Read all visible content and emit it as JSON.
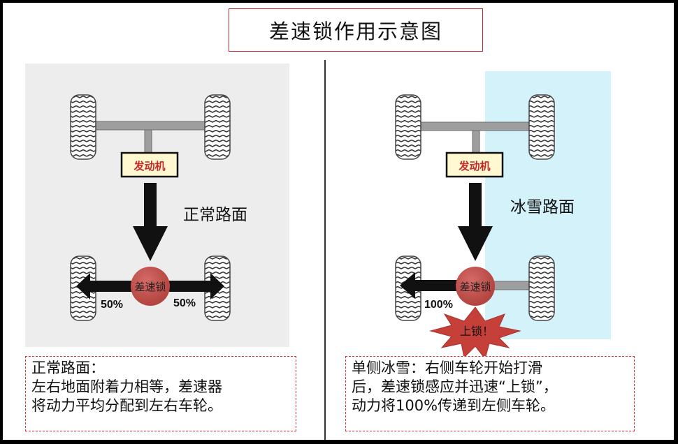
{
  "title": "差速锁作用示意图",
  "left": {
    "engine_label": "发动机",
    "road_label": "正常路面",
    "diff_label": "差速锁",
    "left_pct": "50%",
    "right_pct": "50%",
    "note_heading": "正常路面：",
    "note_line1": "左右地面附着力相等，差速器",
    "note_line2": "将动力平均分配到左右车轮。"
  },
  "right": {
    "engine_label": "发动机",
    "road_label": "冰雪路面",
    "diff_label": "差速锁",
    "left_pct": "100%",
    "lock_label": "上锁！",
    "note_line1": "单侧冰雪：右侧车轮开始打滑",
    "note_line2": "后，差速锁感应并迅速“上锁”，",
    "note_line3": "动力将100%传递到左侧车轮。"
  },
  "colors": {
    "title_border": "#c62828",
    "engine_box": "#fff8d0",
    "engine_text": "#c62828",
    "differential": "#c0504d",
    "ice_area": "#d4f2fa",
    "arrow": "#111111",
    "axle": "#9e9e9e"
  }
}
